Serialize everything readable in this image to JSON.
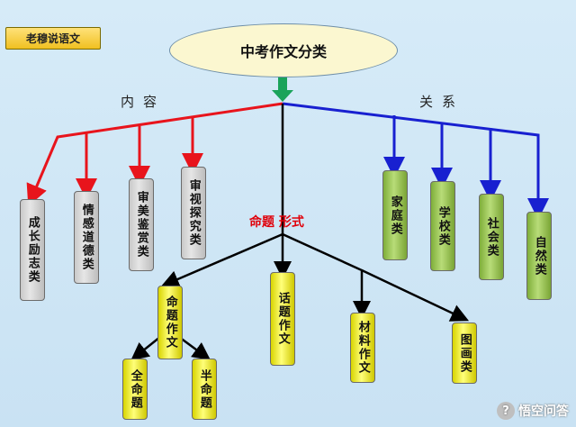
{
  "logo": "老穆说语文",
  "root": "中考作文分类",
  "labels": {
    "content": "内容",
    "relation": "关系",
    "form": "命题 形式"
  },
  "content_items": [
    "成长励志类",
    "情感道德类",
    "审美鉴赏类",
    "审视探究类"
  ],
  "relation_items": [
    "家庭类",
    "学校类",
    "社会类",
    "自然类"
  ],
  "form_items": [
    "命题作文",
    "话题作文",
    "材料作文",
    "图画类"
  ],
  "sub_items": [
    "全命题",
    "半命题"
  ],
  "watermark": "悟空问答",
  "colors": {
    "content_branch": "#e8141c",
    "relation_branch": "#1820d0",
    "form_branch": "#000000",
    "gray_box": "#d4d4d4",
    "green_box": "#9cc85a",
    "yellow_box": "#f2f030",
    "arrow": "#1aa35a"
  }
}
